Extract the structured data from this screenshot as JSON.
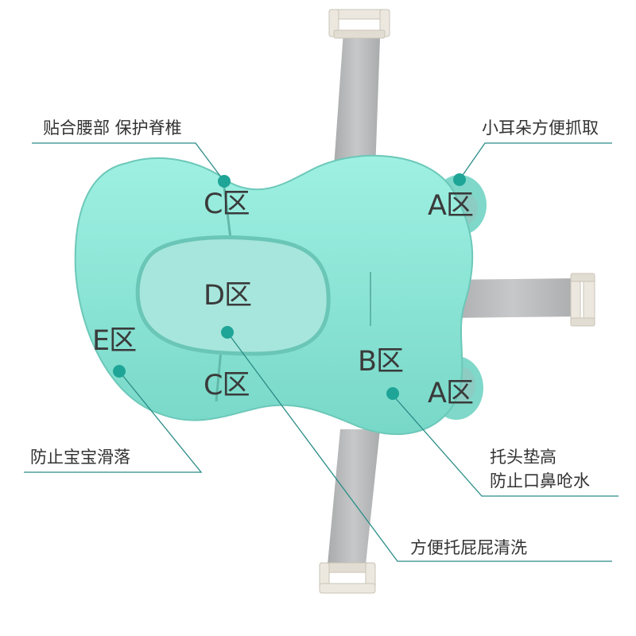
{
  "zones": {
    "a_top": "A区",
    "a_bottom": "A区",
    "b": "B区",
    "c_top": "C区",
    "c_bottom": "C区",
    "d": "D区",
    "e": "E区"
  },
  "callouts": {
    "waist": "贴合腰部 保护脊椎",
    "ears": "小耳朵方便抓取",
    "slip": "防止宝宝滑落",
    "head_line1": "托头垫高",
    "head_line2": "防止口鼻呛水",
    "wash": "方便托屁屁清洗"
  },
  "colors": {
    "cushion": "#8fe6d8",
    "cushion_shadow": "#6fcfc0",
    "marker": "#1fa597",
    "leader_line": "#2a8c86",
    "strap": "#b5b7b8",
    "buckle": "#ece8df"
  }
}
